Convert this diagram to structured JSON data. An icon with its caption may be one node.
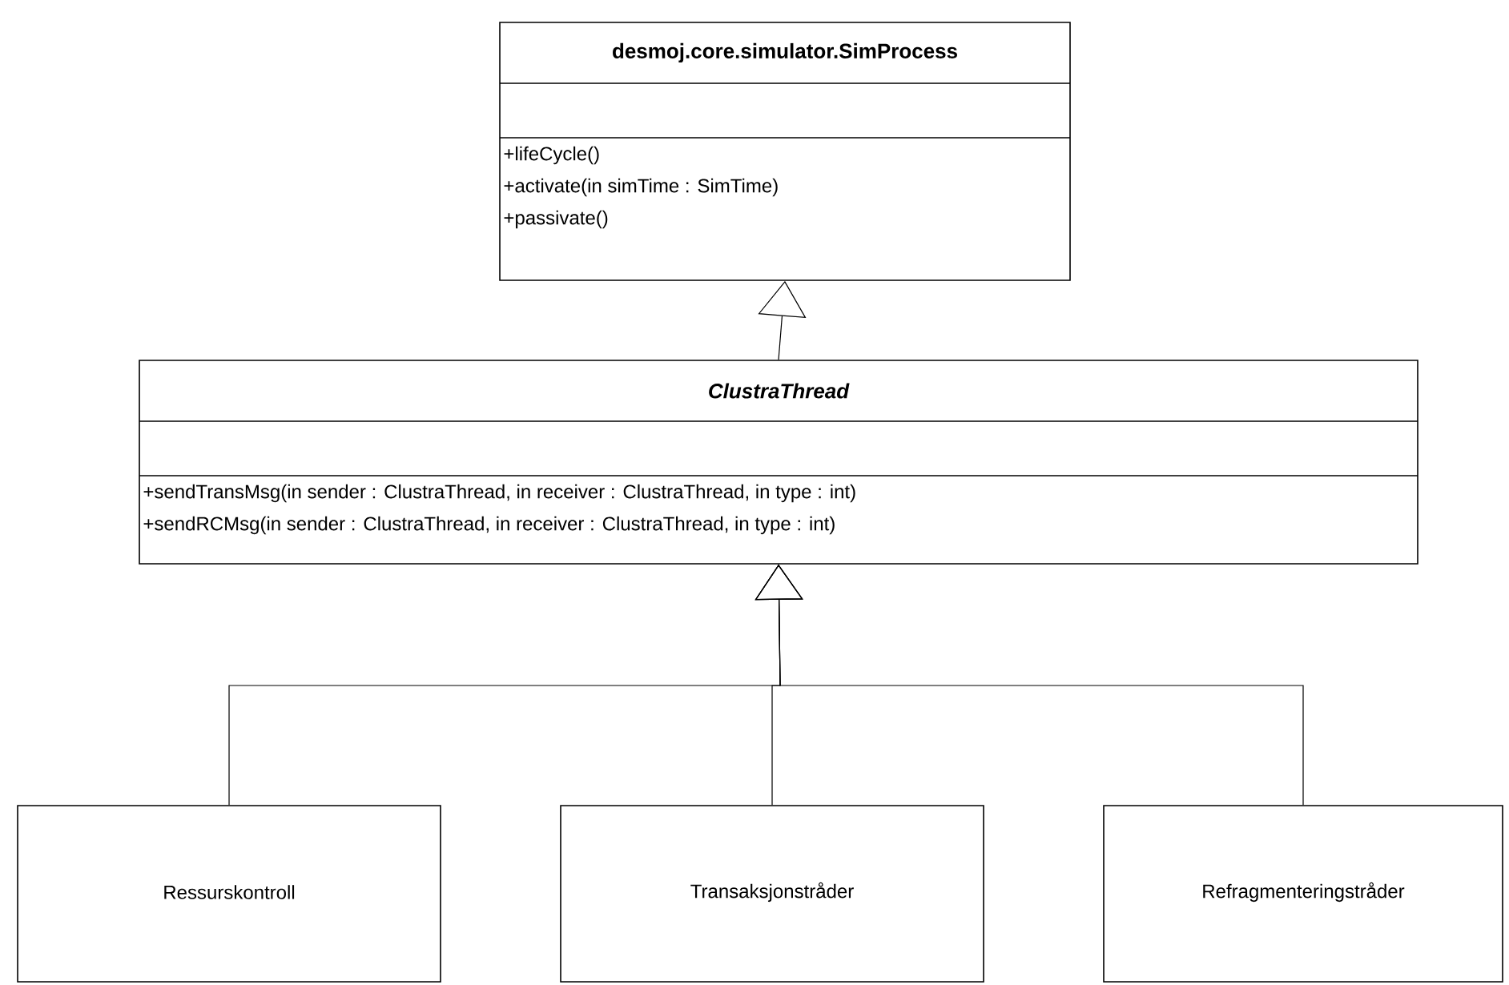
{
  "diagram": {
    "nodes": [
      {
        "text": [
          "desmoj.core.simulator.SimProcess",
          "+lifeCycle()",
          "+activate(in simTime : SimTime)",
          "+passivate()"
        ]
      },
      {
        "text": [
          "ClustraThread",
          "+sendTransMsg(in sender : ClustraThread, in receiver : ClustraThread, in type : int)",
          "+sendRCMsg(in sender : ClustraThread, in receiver : ClustraThread, in type : int)"
        ]
      },
      {
        "text": [
          "Ressurskontroll"
        ]
      },
      {
        "text": [
          "Transaksjonstråder"
        ]
      },
      {
        "text": [
          "Refragmenteringstråder"
        ]
      }
    ],
    "edges": [
      {
        "from": 1,
        "to": 0,
        "arrow": "to"
      },
      {
        "from": 2,
        "to": 1,
        "arrow": "to"
      },
      {
        "from": 3,
        "to": 1,
        "arrow": "to"
      },
      {
        "from": 4,
        "to": 1,
        "arrow": "to"
      }
    ]
  }
}
